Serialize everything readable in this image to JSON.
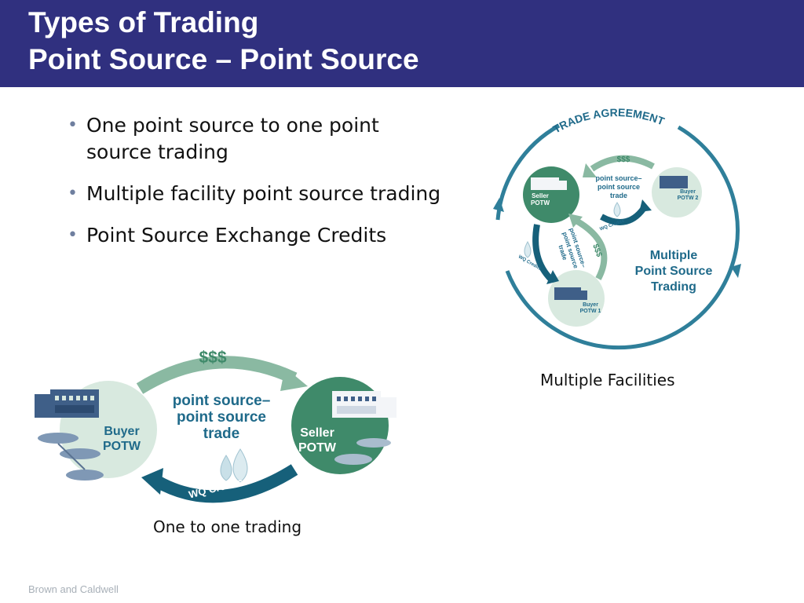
{
  "header": {
    "title_line1": "Types of Trading",
    "title_line2": "Point Source – Point Source",
    "background_color": "#30307f"
  },
  "bullets": [
    "One point source to one point source trading",
    "Multiple facility point source trading",
    "Point Source Exchange Credits"
  ],
  "one_to_one": {
    "money": "$$$",
    "trade_line1": "point source–",
    "trade_line2": "point source",
    "trade_line3": "trade",
    "buyer_line1": "Buyer",
    "buyer_line2": "POTW",
    "seller_line1": "Seller",
    "seller_line2": "POTW",
    "credits": "WQ Credits",
    "caption": "One to one trading"
  },
  "multiple": {
    "ring_label": "TRADE AGREEMENT",
    "money_top": "$$$",
    "money_side": "$$$",
    "trade_line1": "point source–",
    "trade_line2": "point source",
    "trade_line3": "trade",
    "seller_line1": "Seller",
    "seller_line2": "POTW",
    "buyer2_line1": "Buyer",
    "buyer2_line2": "POTW 2",
    "buyer1_line1": "Buyer",
    "buyer1_line2": "POTW 1",
    "credits_small": "WQ Credits",
    "center_line1": "Multiple",
    "center_line2": "Point Source",
    "center_line3": "Trading",
    "caption": "Multiple Facilities"
  },
  "colors": {
    "dark_green": "#3f8a6a",
    "light_green": "#d8e9df",
    "teal_arrow": "#16607a",
    "ring": "#2f7f9a",
    "label_blue": "#1f6a8a"
  },
  "footer": "Brown and Caldwell"
}
